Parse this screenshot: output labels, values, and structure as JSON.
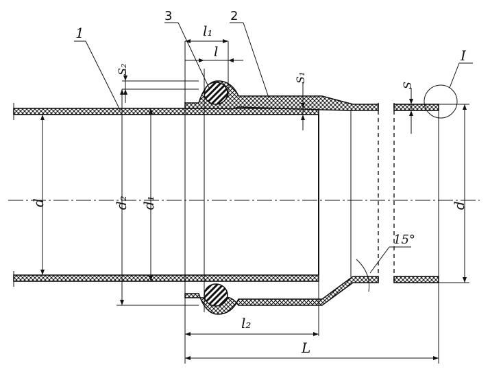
{
  "parts": {
    "pipe": "1",
    "socket": "2",
    "seal_ring": "3"
  },
  "detail": "I",
  "dims": {
    "l1": "l₁",
    "l": "l",
    "s2": "S₂",
    "s1": "S₁",
    "s": "S",
    "d_left": "d",
    "d2": "d₂",
    "d1": "d₁",
    "d_right": "d",
    "l2": "l₂",
    "L": "L",
    "angle": "15°"
  },
  "colors": {
    "line": "#111111",
    "paper": "#ffffff"
  }
}
